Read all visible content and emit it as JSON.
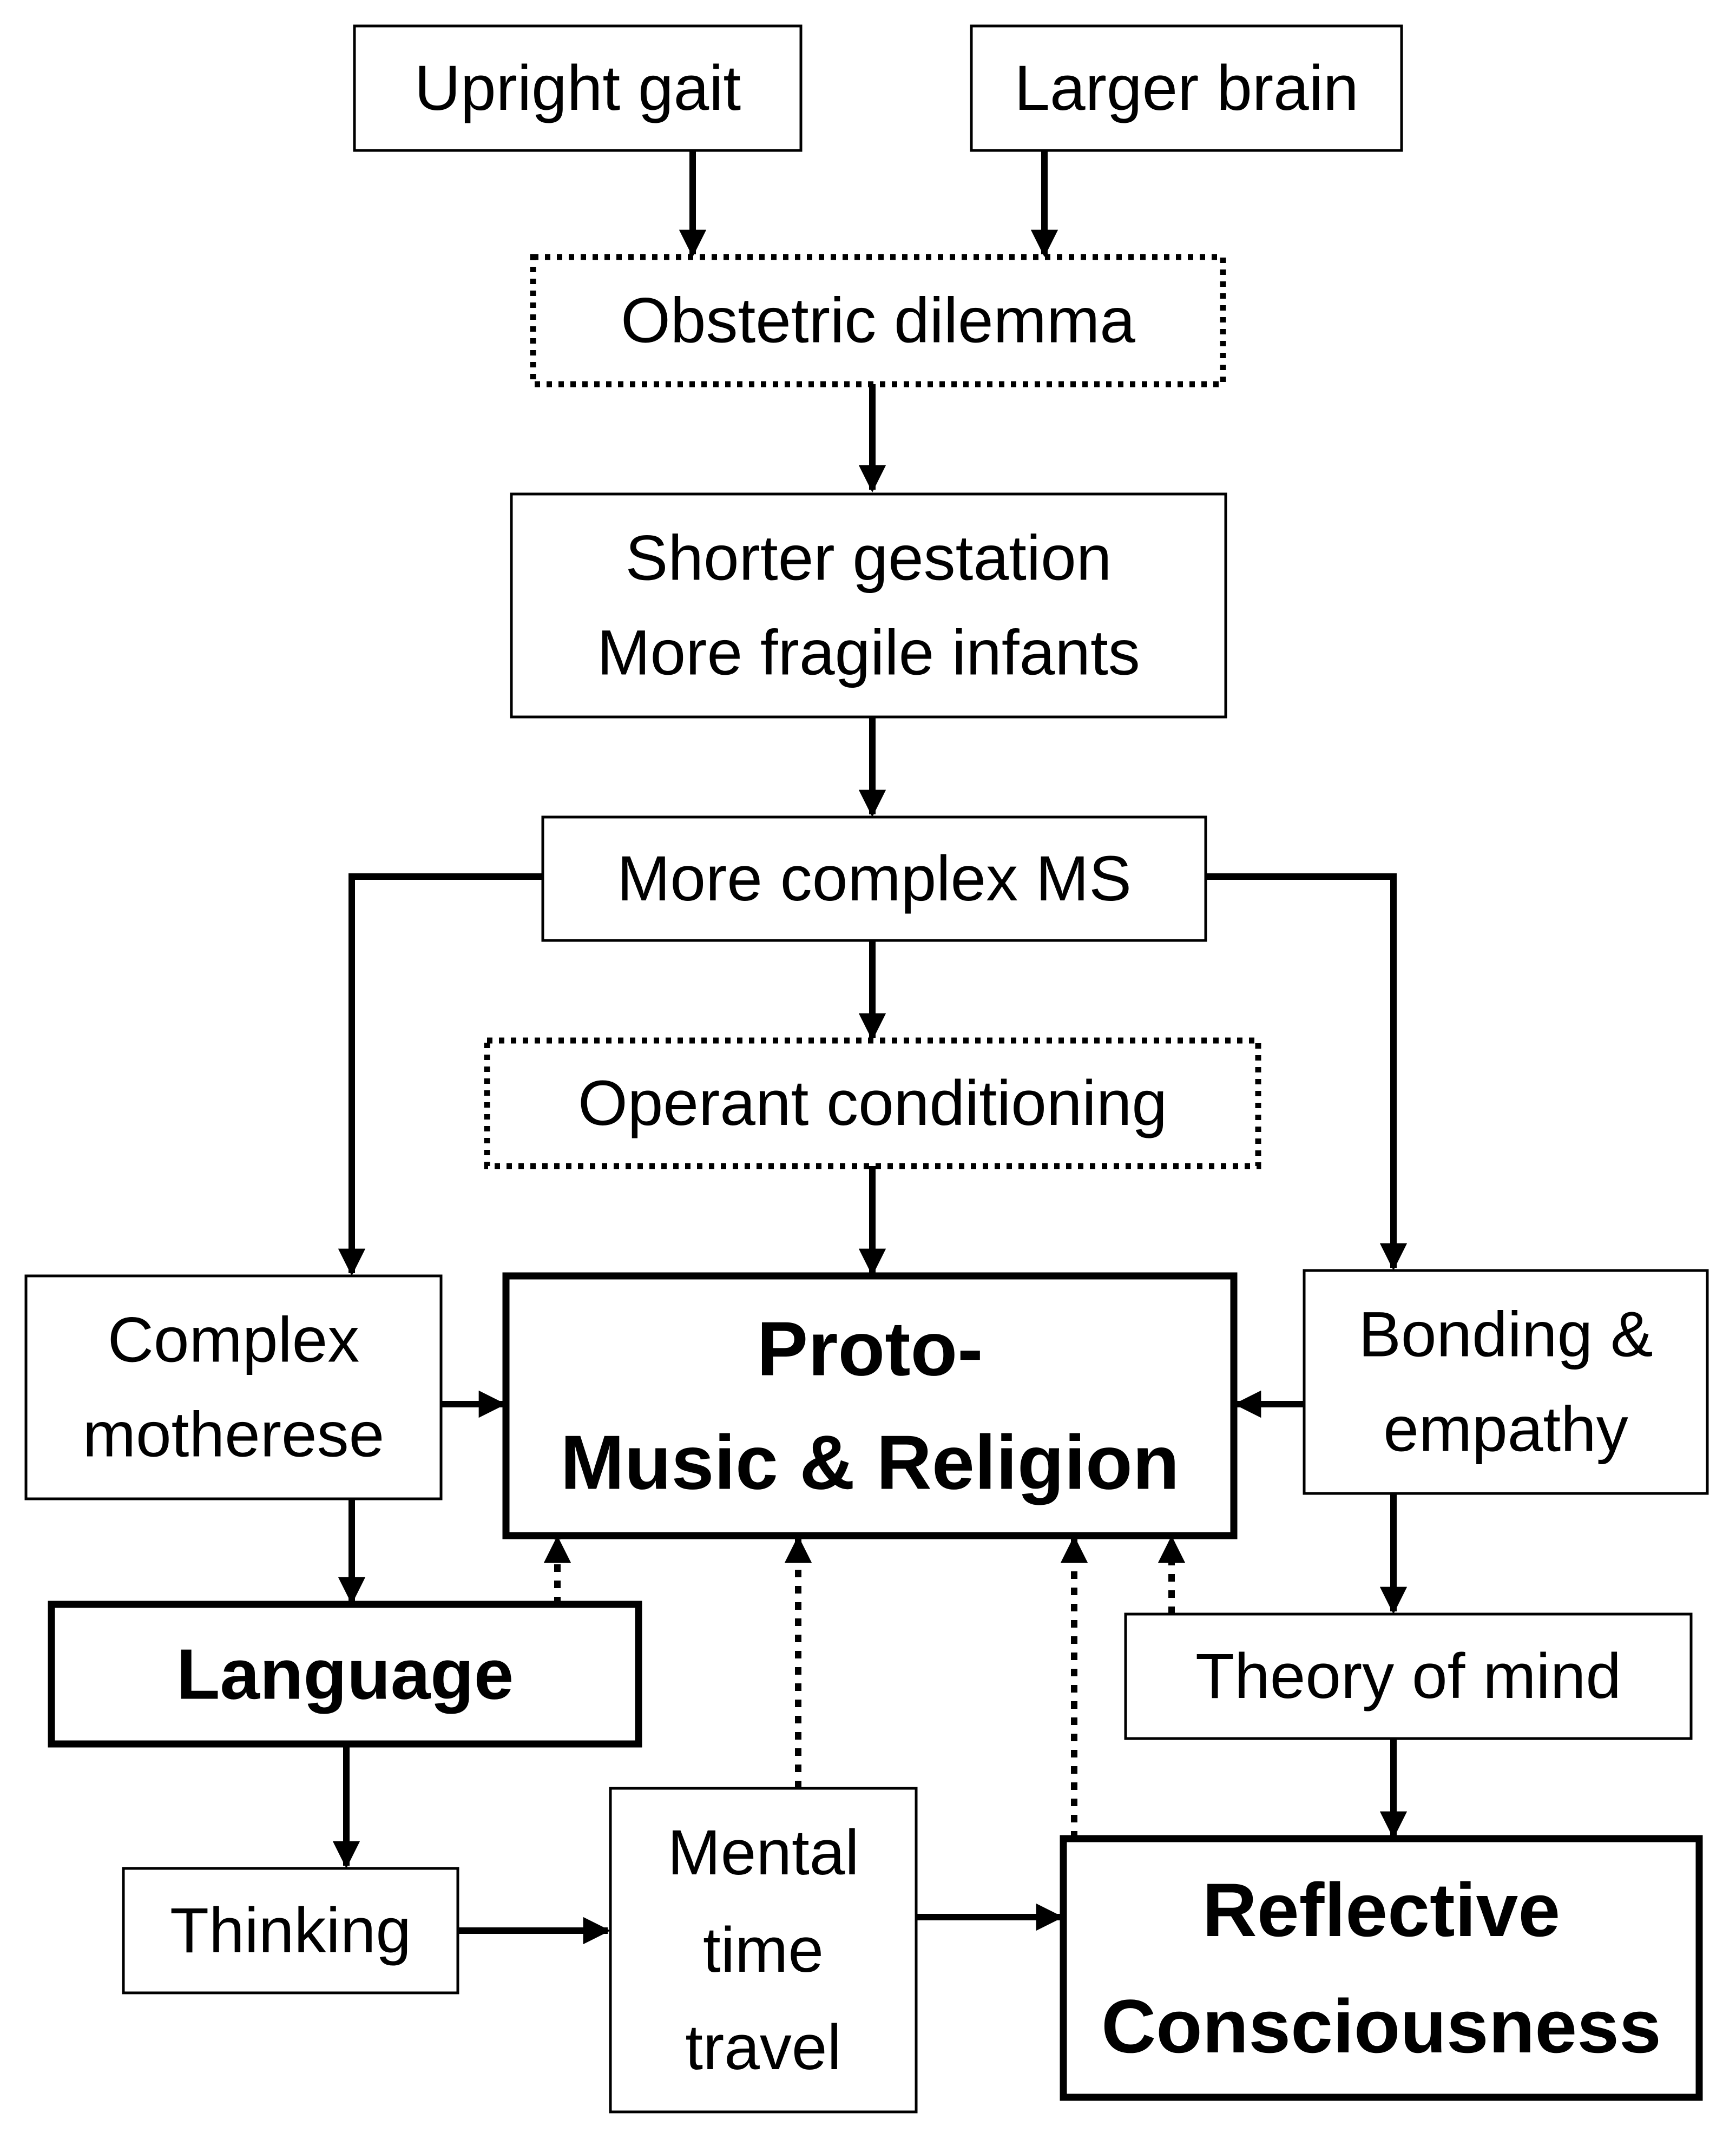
{
  "nodes": {
    "upright_gait": [
      "Upright gait"
    ],
    "larger_brain": [
      "Larger brain"
    ],
    "obstetric_dilemma": [
      "Obstetric dilemma"
    ],
    "shorter_gestation": [
      "Shorter gestation",
      "More fragile infants"
    ],
    "more_complex_ms": [
      "More complex MS"
    ],
    "operant_conditioning": [
      "Operant conditioning"
    ],
    "complex_motherese": [
      "Complex",
      "motherese"
    ],
    "proto_music_religion": [
      "Proto-",
      "Music & Religion"
    ],
    "bonding_empathy": [
      "Bonding &",
      "empathy"
    ],
    "language": [
      "Language"
    ],
    "theory_of_mind": [
      "Theory of mind"
    ],
    "thinking": [
      "Thinking"
    ],
    "mental_time_travel": [
      "Mental",
      "time",
      "travel"
    ],
    "reflective_consciousness": [
      "Reflective",
      "Consciousness"
    ]
  },
  "edges": [
    {
      "from": "upright_gait",
      "to": "obstetric_dilemma",
      "style": "solid"
    },
    {
      "from": "larger_brain",
      "to": "obstetric_dilemma",
      "style": "solid"
    },
    {
      "from": "obstetric_dilemma",
      "to": "shorter_gestation",
      "style": "solid"
    },
    {
      "from": "shorter_gestation",
      "to": "more_complex_ms",
      "style": "solid"
    },
    {
      "from": "more_complex_ms",
      "to": "operant_conditioning",
      "style": "solid"
    },
    {
      "from": "more_complex_ms",
      "to": "complex_motherese",
      "style": "solid"
    },
    {
      "from": "more_complex_ms",
      "to": "bonding_empathy",
      "style": "solid"
    },
    {
      "from": "operant_conditioning",
      "to": "proto_music_religion",
      "style": "solid"
    },
    {
      "from": "complex_motherese",
      "to": "proto_music_religion",
      "style": "solid"
    },
    {
      "from": "bonding_empathy",
      "to": "proto_music_religion",
      "style": "solid"
    },
    {
      "from": "complex_motherese",
      "to": "language",
      "style": "solid"
    },
    {
      "from": "bonding_empathy",
      "to": "theory_of_mind",
      "style": "solid"
    },
    {
      "from": "language",
      "to": "proto_music_religion",
      "style": "dotted"
    },
    {
      "from": "language",
      "to": "thinking",
      "style": "solid"
    },
    {
      "from": "thinking",
      "to": "mental_time_travel",
      "style": "solid"
    },
    {
      "from": "mental_time_travel",
      "to": "proto_music_religion",
      "style": "dotted"
    },
    {
      "from": "mental_time_travel",
      "to": "reflective_consciousness",
      "style": "solid"
    },
    {
      "from": "theory_of_mind",
      "to": "reflective_consciousness",
      "style": "solid"
    },
    {
      "from": "theory_of_mind",
      "to": "proto_music_religion",
      "style": "dotted"
    },
    {
      "from": "reflective_consciousness",
      "to": "proto_music_religion",
      "style": "dotted"
    }
  ],
  "colors": {
    "ink": "#000000",
    "background": "#ffffff"
  }
}
